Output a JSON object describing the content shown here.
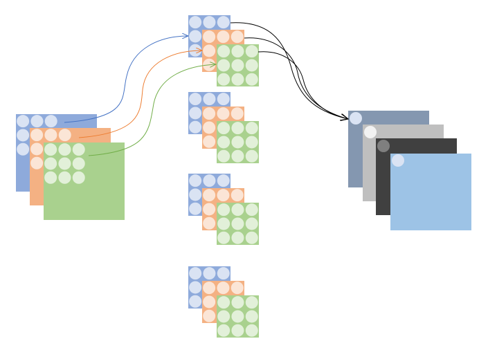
{
  "colors": {
    "blue": "#8eaadb",
    "blue_dot": "#dae3f3",
    "orange": "#f4b183",
    "orange_dot": "#fbe5d6",
    "green": "#a9d18e",
    "green_dot": "#e2f0d9",
    "out_slate": "#8497b0",
    "out_gray": "#bfbfbf",
    "out_dark": "#404040",
    "out_light_blue": "#9dc3e6",
    "arrow_blue": "#4472c4",
    "arrow_orange": "#ed7d31",
    "arrow_green": "#70ad47",
    "arrow_black": "#000000"
  },
  "diagram": {
    "input_stack": {
      "channels": [
        "blue",
        "orange",
        "green"
      ],
      "kernel_grid": "3x3"
    },
    "kernel_groups": 4,
    "kernel_channels": [
      "blue",
      "orange",
      "green"
    ],
    "output_stack": {
      "maps": [
        "out_slate",
        "out_gray",
        "out_dark",
        "out_light_blue"
      ]
    }
  }
}
